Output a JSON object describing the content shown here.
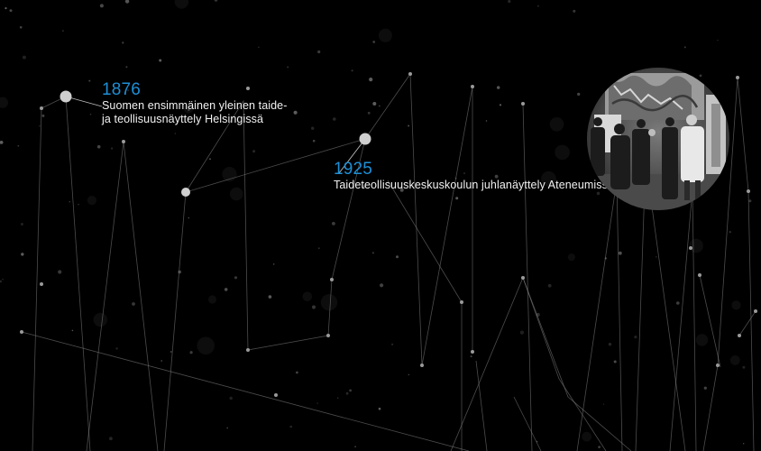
{
  "colors": {
    "background": "#000000",
    "year_accent": "#1e8fd6",
    "caption_text": "#f2f2f2",
    "line": "#8a8a8a",
    "node": "#cfcfcf"
  },
  "timeline": {
    "events": [
      {
        "year": "1876",
        "caption_line1": "Suomen ensimmäinen yleinen taide-",
        "caption_line2": "ja teollisuusnäyttely Helsingissä"
      },
      {
        "year": "1925",
        "caption_line1": "Taideteollisuuskeskuskoulun juhlanäyttely Ateneumissa"
      }
    ]
  },
  "photo": {
    "icon": "historical-exhibition-photo"
  }
}
